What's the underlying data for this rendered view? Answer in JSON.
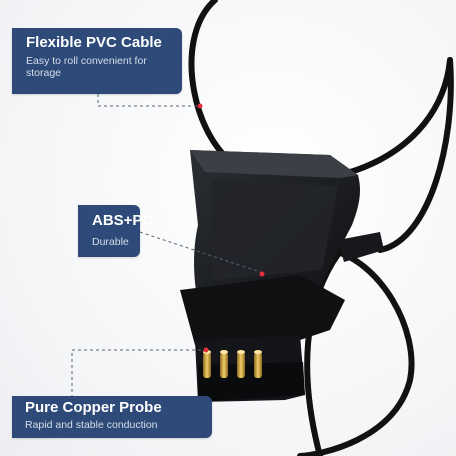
{
  "callouts": {
    "cable": {
      "title": "Flexible PVC Cable",
      "subtitle": "Easy to roll convenient for storage"
    },
    "clip": {
      "title": "ABS+PC",
      "subtitle": "Durable"
    },
    "probe": {
      "title": "Pure Copper Probe",
      "subtitle": "Rapid and stable conduction"
    }
  },
  "colors": {
    "callout_bg": "#2e4a78",
    "marker": "#e0303a",
    "product": "#1a1a1a"
  },
  "icons": [
    "charging-clip",
    "usb-cable",
    "pogo-pin-probe"
  ]
}
